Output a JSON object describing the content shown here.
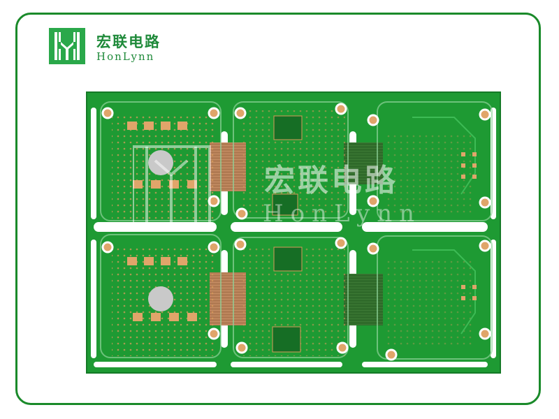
{
  "brand": {
    "name_cn": "宏联电路",
    "name_en": "HonLynn",
    "logo_icon": "honlynn-logo-icon",
    "accent": "#2aa84a",
    "frame_color": "#1a8a2a"
  },
  "photo": {
    "subject": "green-pcb-panel",
    "watermark_cn": "宏联电路",
    "watermark_en": "HonLynn",
    "board_color": "#1e9a33",
    "pad_color": "#d89a5a",
    "flex_color": "#b07a52"
  }
}
